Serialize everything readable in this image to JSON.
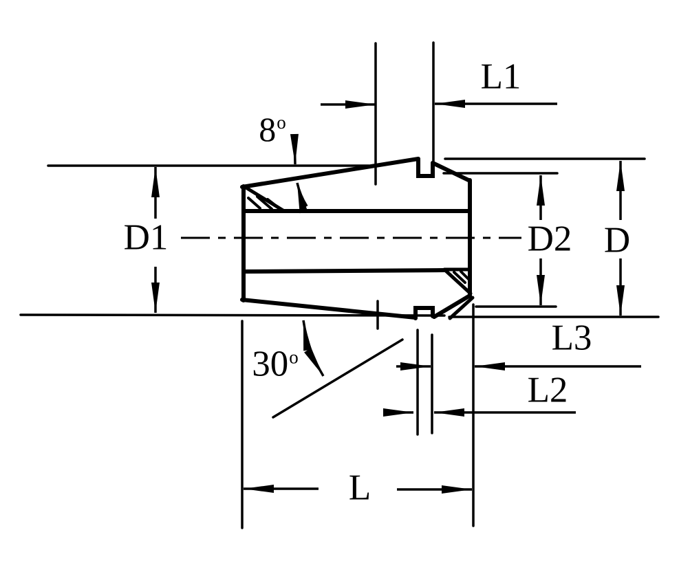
{
  "drawing": {
    "paper_color": "#ffffff",
    "ink_color": "#000000",
    "dimension_labels": {
      "l1": "L1",
      "d1": "D1",
      "d2": "D2",
      "d": "D",
      "l3": "L3",
      "l2": "L2",
      "l": "L"
    },
    "angle_labels": {
      "taper_value": "8",
      "taper_degree_mark": "o",
      "chamfer_value": "30",
      "chamfer_degree_mark": "o"
    }
  }
}
